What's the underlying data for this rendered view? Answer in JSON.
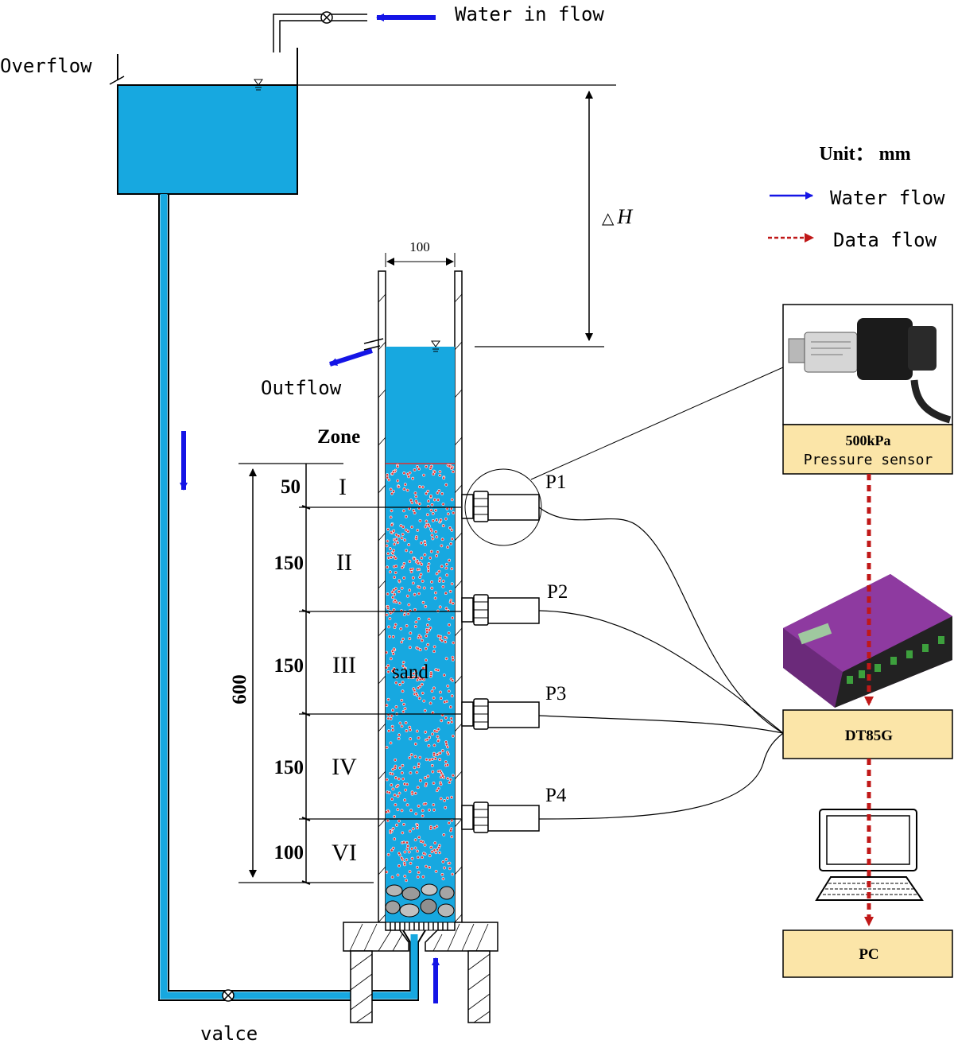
{
  "labels": {
    "water_in_flow": "Water in flow",
    "overflow": "Overflow",
    "outflow": "Outflow",
    "valve": "valce",
    "delta_h_symbol": "△",
    "delta_h_var": "H",
    "width_dim": "100",
    "zone_heading": "Zone",
    "total_height": "600",
    "sand": "sand"
  },
  "legend": {
    "unit": "Unit：  mm",
    "water_flow": "Water flow",
    "data_flow": "Data flow"
  },
  "zones": [
    {
      "height": "50",
      "roman": "I"
    },
    {
      "height": "150",
      "roman": "II"
    },
    {
      "height": "150",
      "roman": "III"
    },
    {
      "height": "150",
      "roman": "IV"
    },
    {
      "height": "100",
      "roman": "VI"
    }
  ],
  "ports": [
    "P1",
    "P2",
    "P3",
    "P4"
  ],
  "devices": {
    "sensor_line1": "500kPa",
    "sensor_line2": "Pressure sensor",
    "logger": "DT85G",
    "pc": "PC"
  },
  "colors": {
    "water": "#17a8e0",
    "water_arrow": "#1414e6",
    "data_arrow": "#c01818",
    "box_fill": "#fbe5a8",
    "sand_dot": "#e03030"
  }
}
